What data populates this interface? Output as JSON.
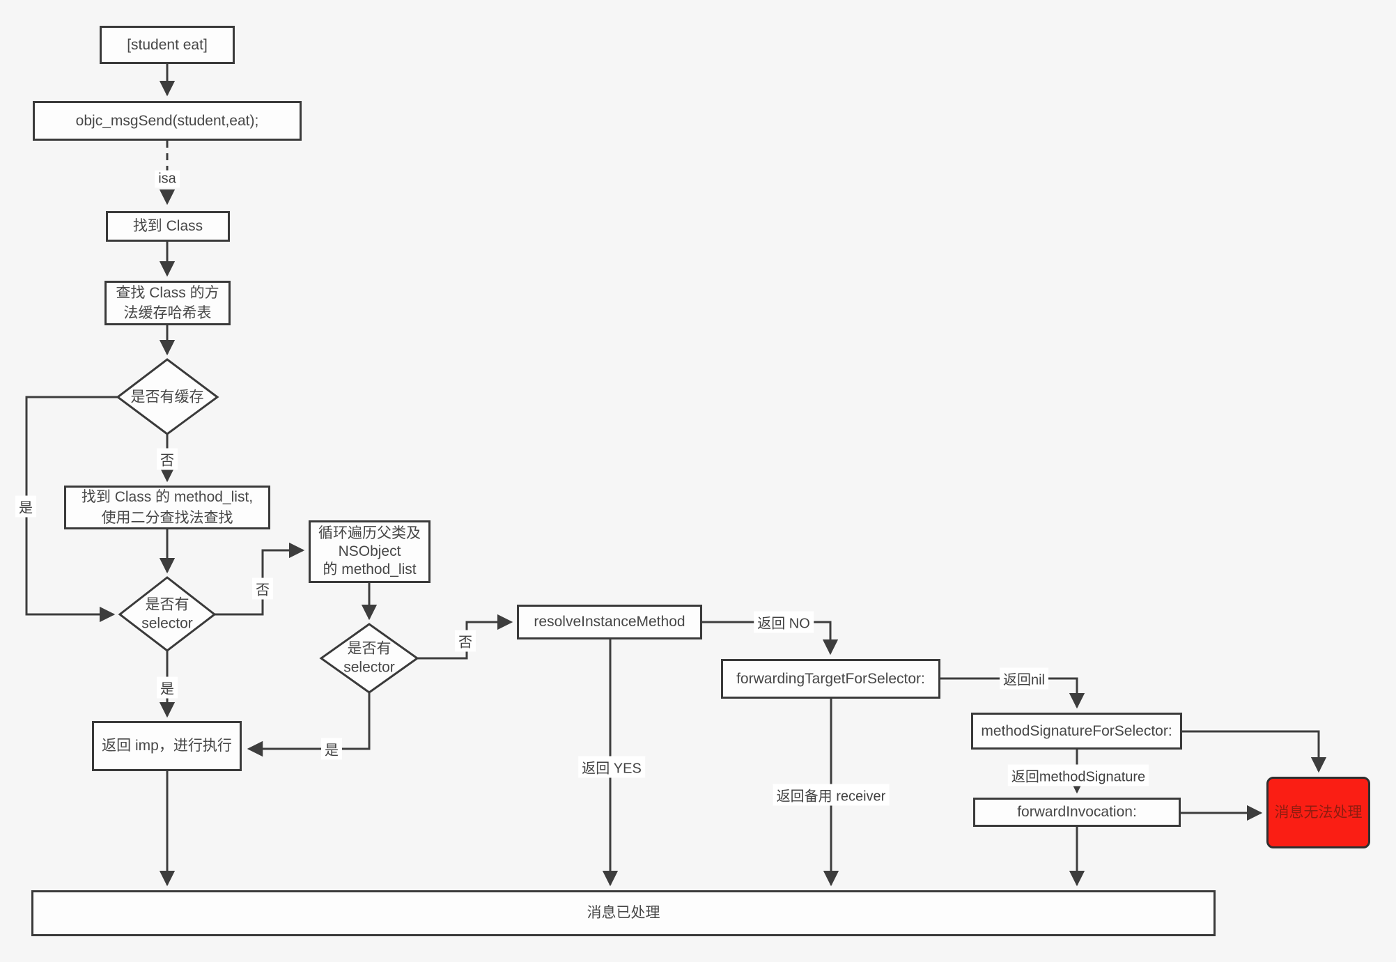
{
  "diagram": {
    "title": "objc_msgSend message dispatch flowchart",
    "colors": {
      "background": "#f6f6f6",
      "line": "#3d3d3d",
      "node_border": "#3a3a3a",
      "node_fill": "#fdfdfd",
      "error_fill": "#fa1e14",
      "error_text": "#8f1c10"
    },
    "nodes": {
      "student_eat": {
        "label": "[student eat]"
      },
      "objc_msgsend": {
        "label": "objc_msgSend(student,eat);"
      },
      "find_class": {
        "label": "找到 Class"
      },
      "search_cache": {
        "label": "查找 Class 的方\n法缓存哈希表"
      },
      "has_cache": {
        "label": "是否有缓存"
      },
      "method_list": {
        "label": "找到 Class 的 method_list,\n使用二分查找法查找"
      },
      "has_selector_1": {
        "label": "是否有\nselector"
      },
      "loop_superclass": {
        "label": "循环遍历父类及\nNSObject\n的 method_list"
      },
      "has_selector_2": {
        "label": "是否有\nselector"
      },
      "resolve_instance_method": {
        "label": "resolveInstanceMethod"
      },
      "forwarding_target": {
        "label": "forwardingTargetForSelector:"
      },
      "method_signature": {
        "label": "methodSignatureForSelector:"
      },
      "forward_invocation": {
        "label": "forwardInvocation:"
      },
      "return_imp": {
        "label": "返回 imp，进行执行"
      },
      "message_handled": {
        "label": "消息已处理"
      },
      "message_unhandled": {
        "label": "消息无法处理"
      }
    },
    "edge_labels": {
      "isa": "isa",
      "cache_no": "否",
      "cache_yes": "是",
      "selector1_no": "否",
      "selector1_yes": "是",
      "selector2_no": "否",
      "selector2_yes": "是",
      "return_no": "返回 NO",
      "return_yes": "返回 YES",
      "return_nil": "返回nil",
      "return_backup_receiver": "返回备用 receiver",
      "return_method_signature": "返回methodSignature"
    }
  }
}
